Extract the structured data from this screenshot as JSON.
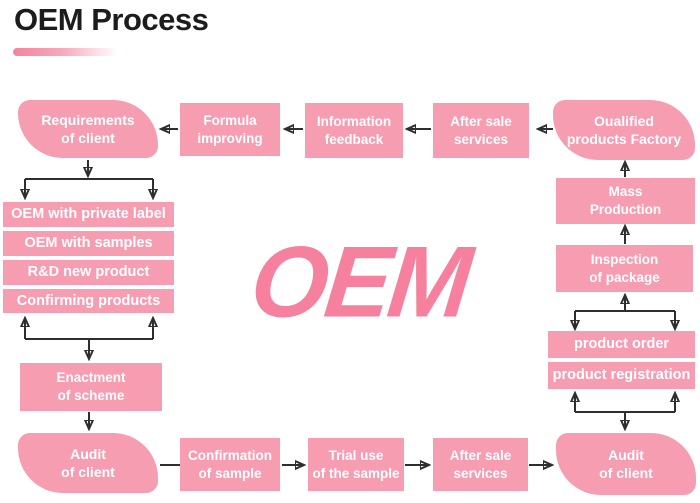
{
  "title": "OEM Process",
  "logo": "OEM",
  "colors": {
    "box_pink": "#f69db2",
    "logo_pink": "#f5819f",
    "underline_pink": "#f2849f",
    "arrow": "#2e2e2e",
    "box_text": "#ffffff",
    "title_text": "#1c1c1c"
  },
  "nodes": {
    "requirements": "Requirements\nof client",
    "formula": "Formula\nimproving",
    "feedback": "Information\nfeedback",
    "aftersale_top": "After sale\nservices",
    "factory": "Oualified\nproducts Factory",
    "enactment": "Enactment\nof scheme",
    "audit_left": "Audit\nof client",
    "confirmation": "Confirmation\nof sample",
    "trial": "Trial use\nof the sample",
    "aftersale_bottom": "After sale\nservices",
    "audit_right": "Audit\nof client",
    "mass": "Mass\nProduction",
    "inspection": "Inspection\nof package"
  },
  "left_list": [
    "OEM with private label",
    "OEM with samples",
    "R&D new product",
    "Confirming products"
  ],
  "right_list": [
    "product order",
    "product registration"
  ]
}
